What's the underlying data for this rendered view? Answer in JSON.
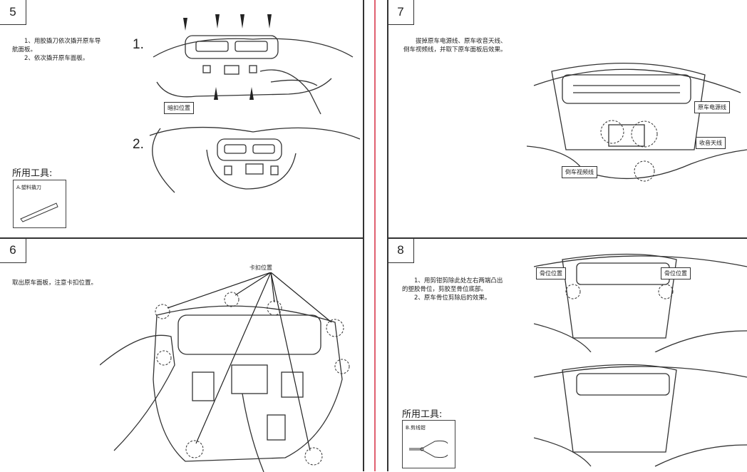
{
  "steps": [
    {
      "number": "5",
      "text": [
        "1、用胶撬刀依次撬开原车导航面板。",
        "2、依次撬开原车面板。"
      ],
      "sub_labels": [
        "1.",
        "2."
      ],
      "callout": "暗扣位置",
      "tools_title": "所用工具:",
      "tool": "A.塑料撬刀"
    },
    {
      "number": "6",
      "text": "取出原车面板，注意卡扣位置。",
      "callout": "卡扣位置"
    },
    {
      "number": "7",
      "text": "拔掉原车电源线、原车收音天线、倒车视频线，并取下原车面板后效果。",
      "callouts": [
        "原车电源线",
        "收音天线",
        "倒车视频线"
      ]
    },
    {
      "number": "8",
      "text": [
        "1、用剪钳剪除此处左右两端凸出的塑胶骨位，剪胶至骨位底部。",
        "2、原车骨位剪除后的效果。"
      ],
      "callouts": [
        "骨位位置",
        "骨位位置"
      ],
      "tools_title": "所用工具:",
      "tool": "B.剪线钳"
    }
  ],
  "colors": {
    "divider": "#e06070",
    "line": "#333333"
  }
}
